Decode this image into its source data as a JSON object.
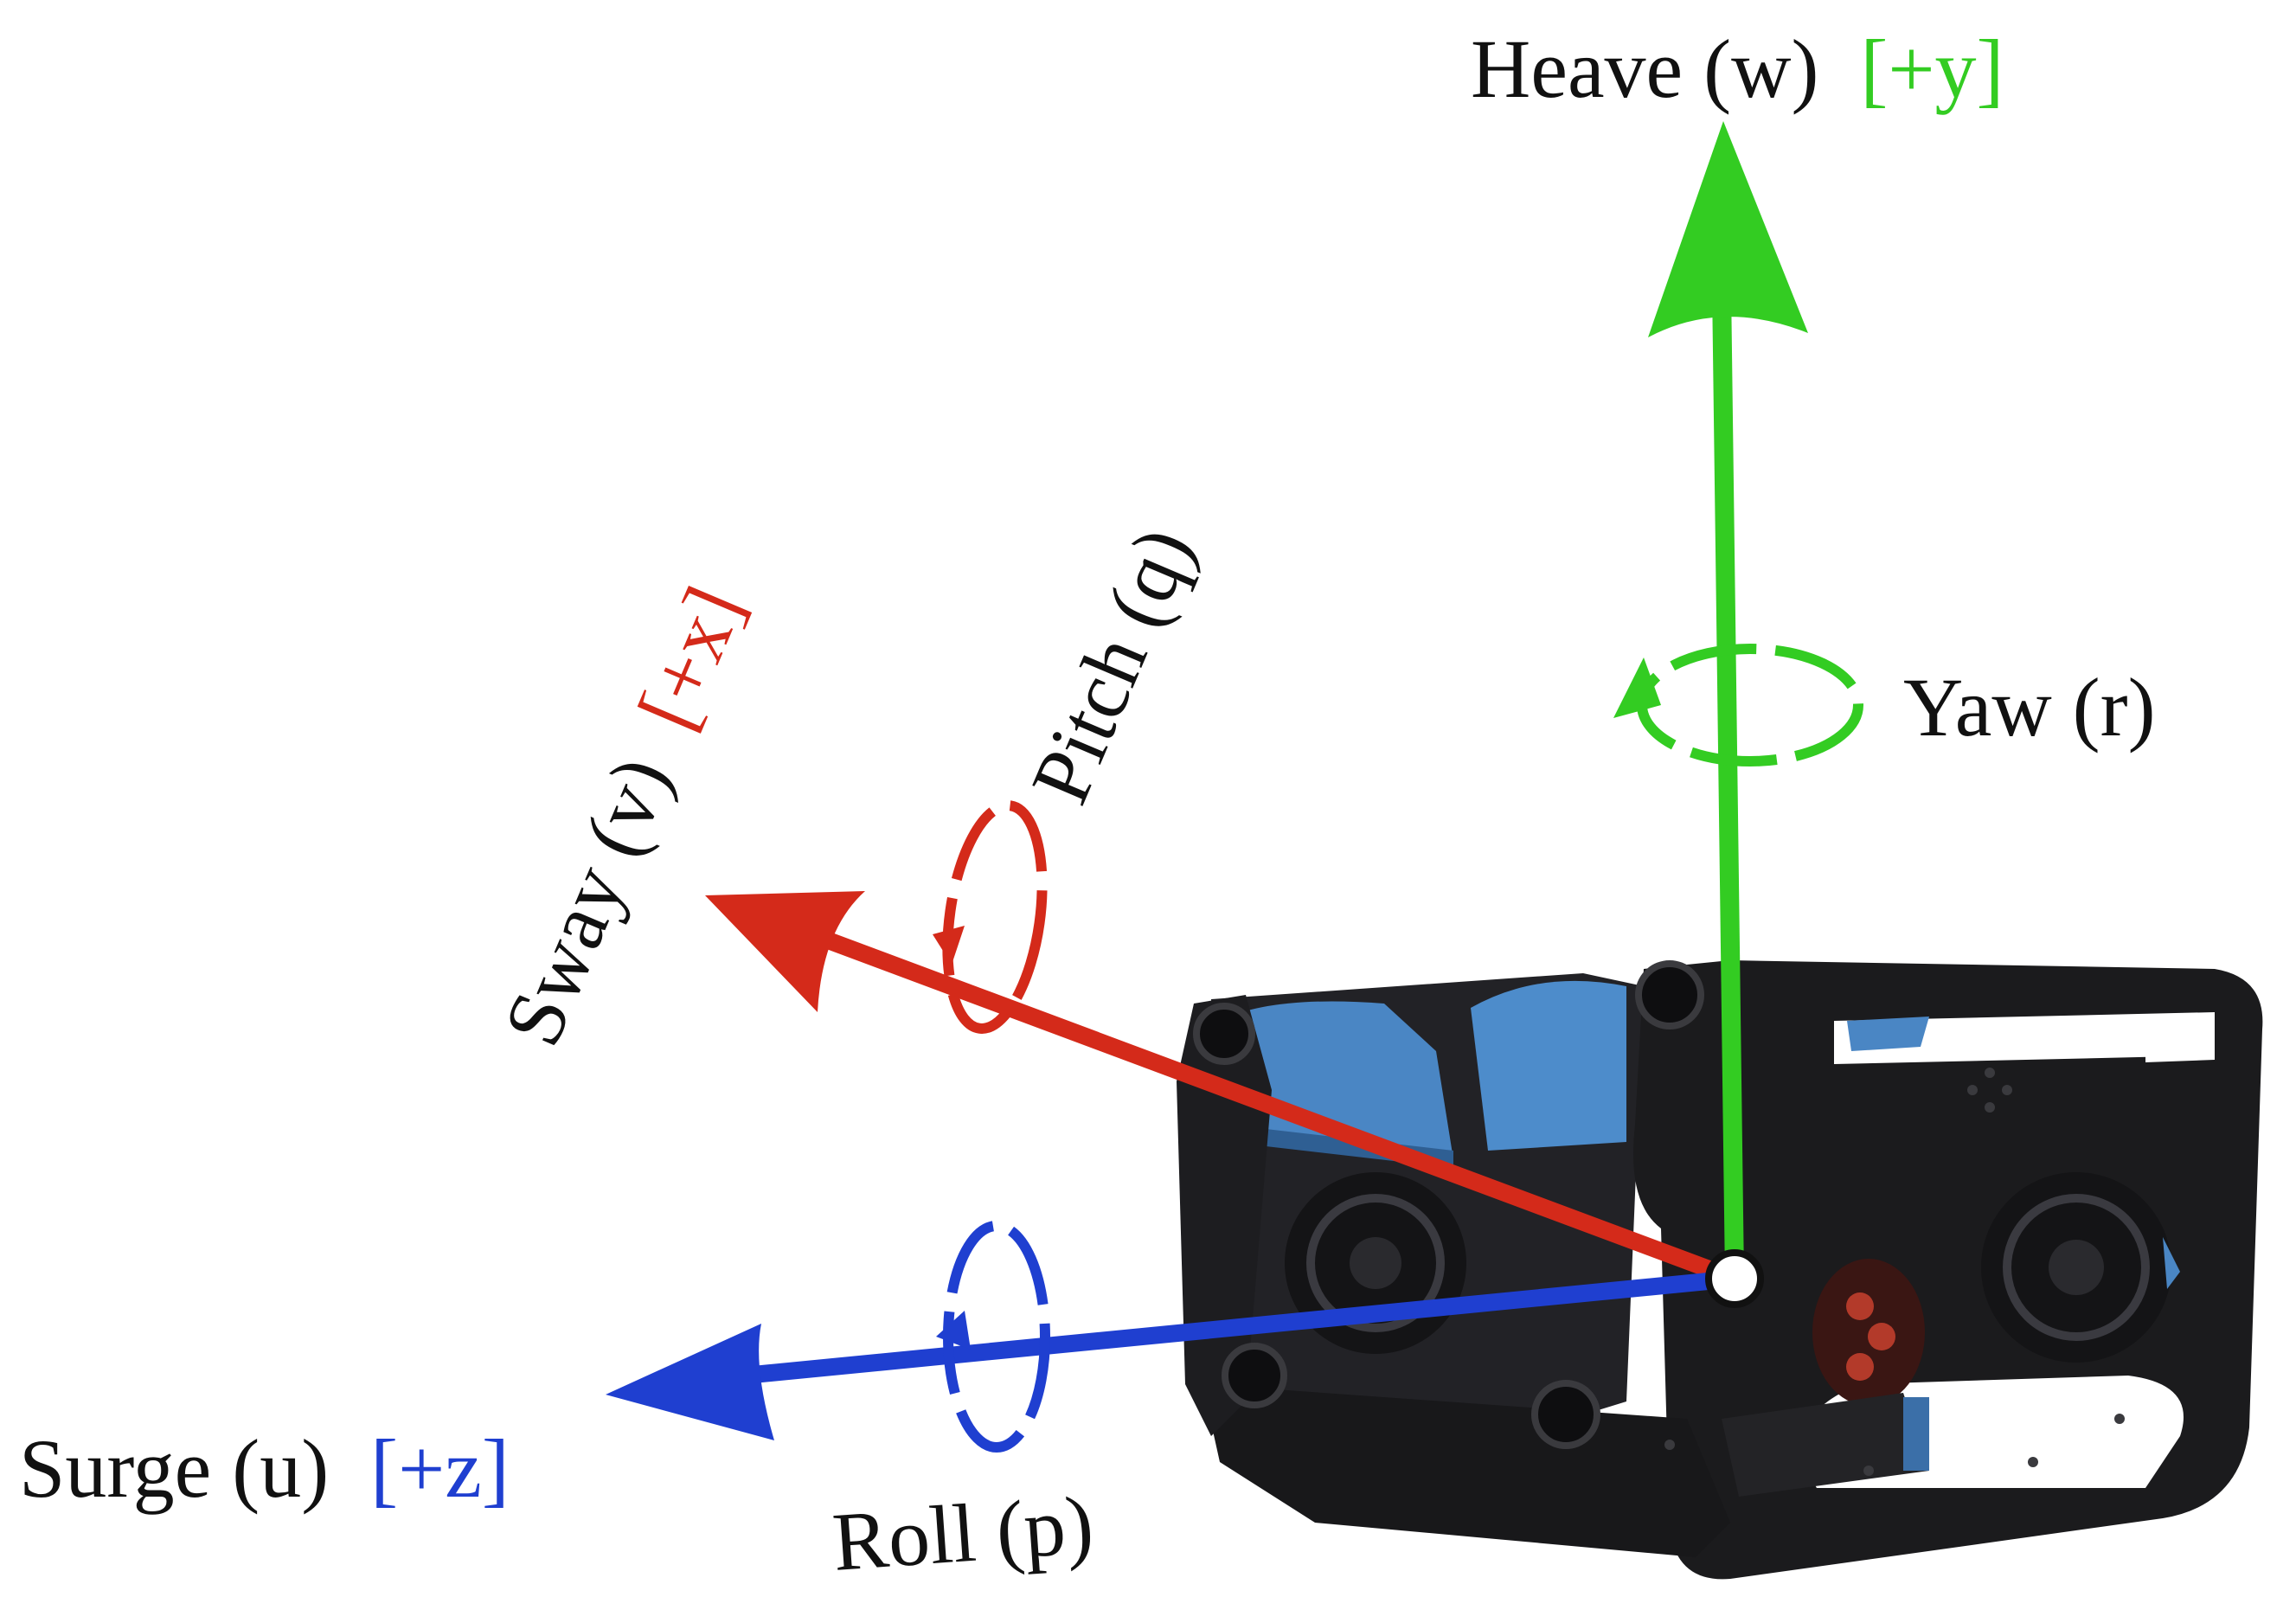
{
  "colors": {
    "heave": "#33cc22",
    "sway": "#d42a1a",
    "surge": "#1f3fd0",
    "text": "#111111",
    "rov_frame": "#1b1b1d",
    "rov_blue": "#4a86c4"
  },
  "axes": {
    "heave": {
      "name": "Heave (w)",
      "tag": "[+y]"
    },
    "sway": {
      "name": "Sway (v)",
      "tag": "[+x]"
    },
    "surge": {
      "name": "Surge (u)",
      "tag": "[+z]"
    }
  },
  "rotations": {
    "yaw": "Yaw (r)",
    "pitch": "Pitch (q)",
    "roll": "Roll (p)"
  }
}
